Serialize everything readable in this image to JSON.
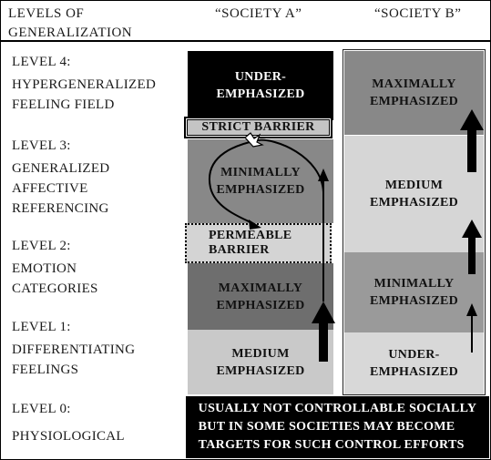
{
  "header": {
    "col1_line1": "LEVELS OF",
    "col1_line2": "GENERALIZATION",
    "col_a": "“SOCIETY A”",
    "col_b": "“SOCIETY B”"
  },
  "levels": [
    {
      "title": "LEVEL 4:",
      "l1": "HYPERGENERALIZED",
      "l2": "FEELING FIELD",
      "l3": ""
    },
    {
      "title": "LEVEL 3:",
      "l1": "GENERALIZED",
      "l2": "AFFECTIVE",
      "l3": "REFERENCING"
    },
    {
      "title": "LEVEL 2:",
      "l1": "EMOTION",
      "l2": "CATEGORIES",
      "l3": ""
    },
    {
      "title": "LEVEL 1:",
      "l1": "DIFFERENTIATING",
      "l2": "FEELINGS",
      "l3": ""
    },
    {
      "title": "LEVEL 0:",
      "l1": "PHYSIOLOGICAL",
      "l2": "",
      "l3": ""
    }
  ],
  "society_a": {
    "l4": [
      "UNDER-",
      "EMPHASIZED"
    ],
    "strict_barrier": "STRICT  BARRIER",
    "l3": [
      "MINIMALLY",
      "EMPHASIZED"
    ],
    "permeable_barrier": [
      "PERMEABLE",
      "BARRIER"
    ],
    "l2": [
      "MAXIMALLY",
      "EMPHASIZED"
    ],
    "l1": [
      "MEDIUM",
      "EMPHASIZED"
    ]
  },
  "society_b": {
    "l4": [
      "MAXIMALLY",
      "EMPHASIZED"
    ],
    "l3": [
      "MEDIUM",
      "EMPHASIZED"
    ],
    "l2": [
      "MINIMALLY",
      "EMPHASIZED"
    ],
    "l1": [
      "UNDER-",
      "EMPHASIZED"
    ]
  },
  "level0_note": [
    "USUALLY NOT CONTROLLABLE SOCIALLY",
    "BUT IN SOME SOCIETIES MAY BECOME",
    "TARGETS FOR SUCH CONTROL EFFORTS"
  ],
  "colors": {
    "black": "#000000",
    "gray_dark": "#888888",
    "gray_mid": "#a9a9a9",
    "gray_light": "#c9c9c9"
  }
}
